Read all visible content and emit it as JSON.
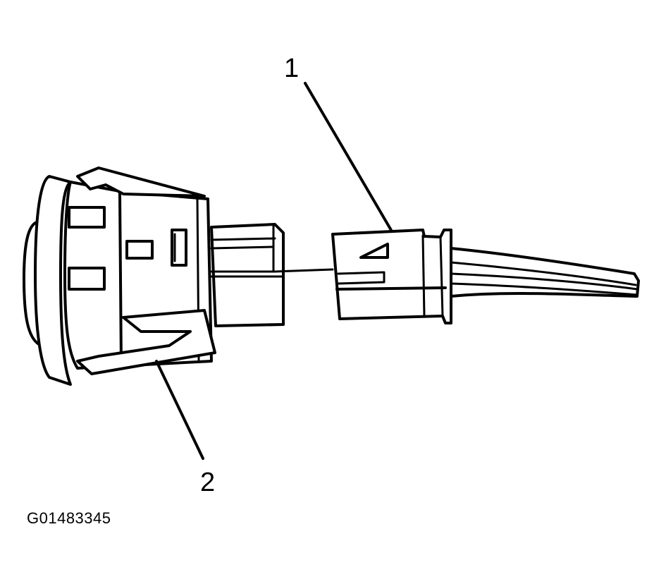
{
  "figure": {
    "id": "G01483345",
    "callouts": [
      {
        "number": "1",
        "target": "wiring-harness-connector"
      },
      {
        "number": "2",
        "target": "switch-housing-retaining-clip"
      }
    ]
  }
}
